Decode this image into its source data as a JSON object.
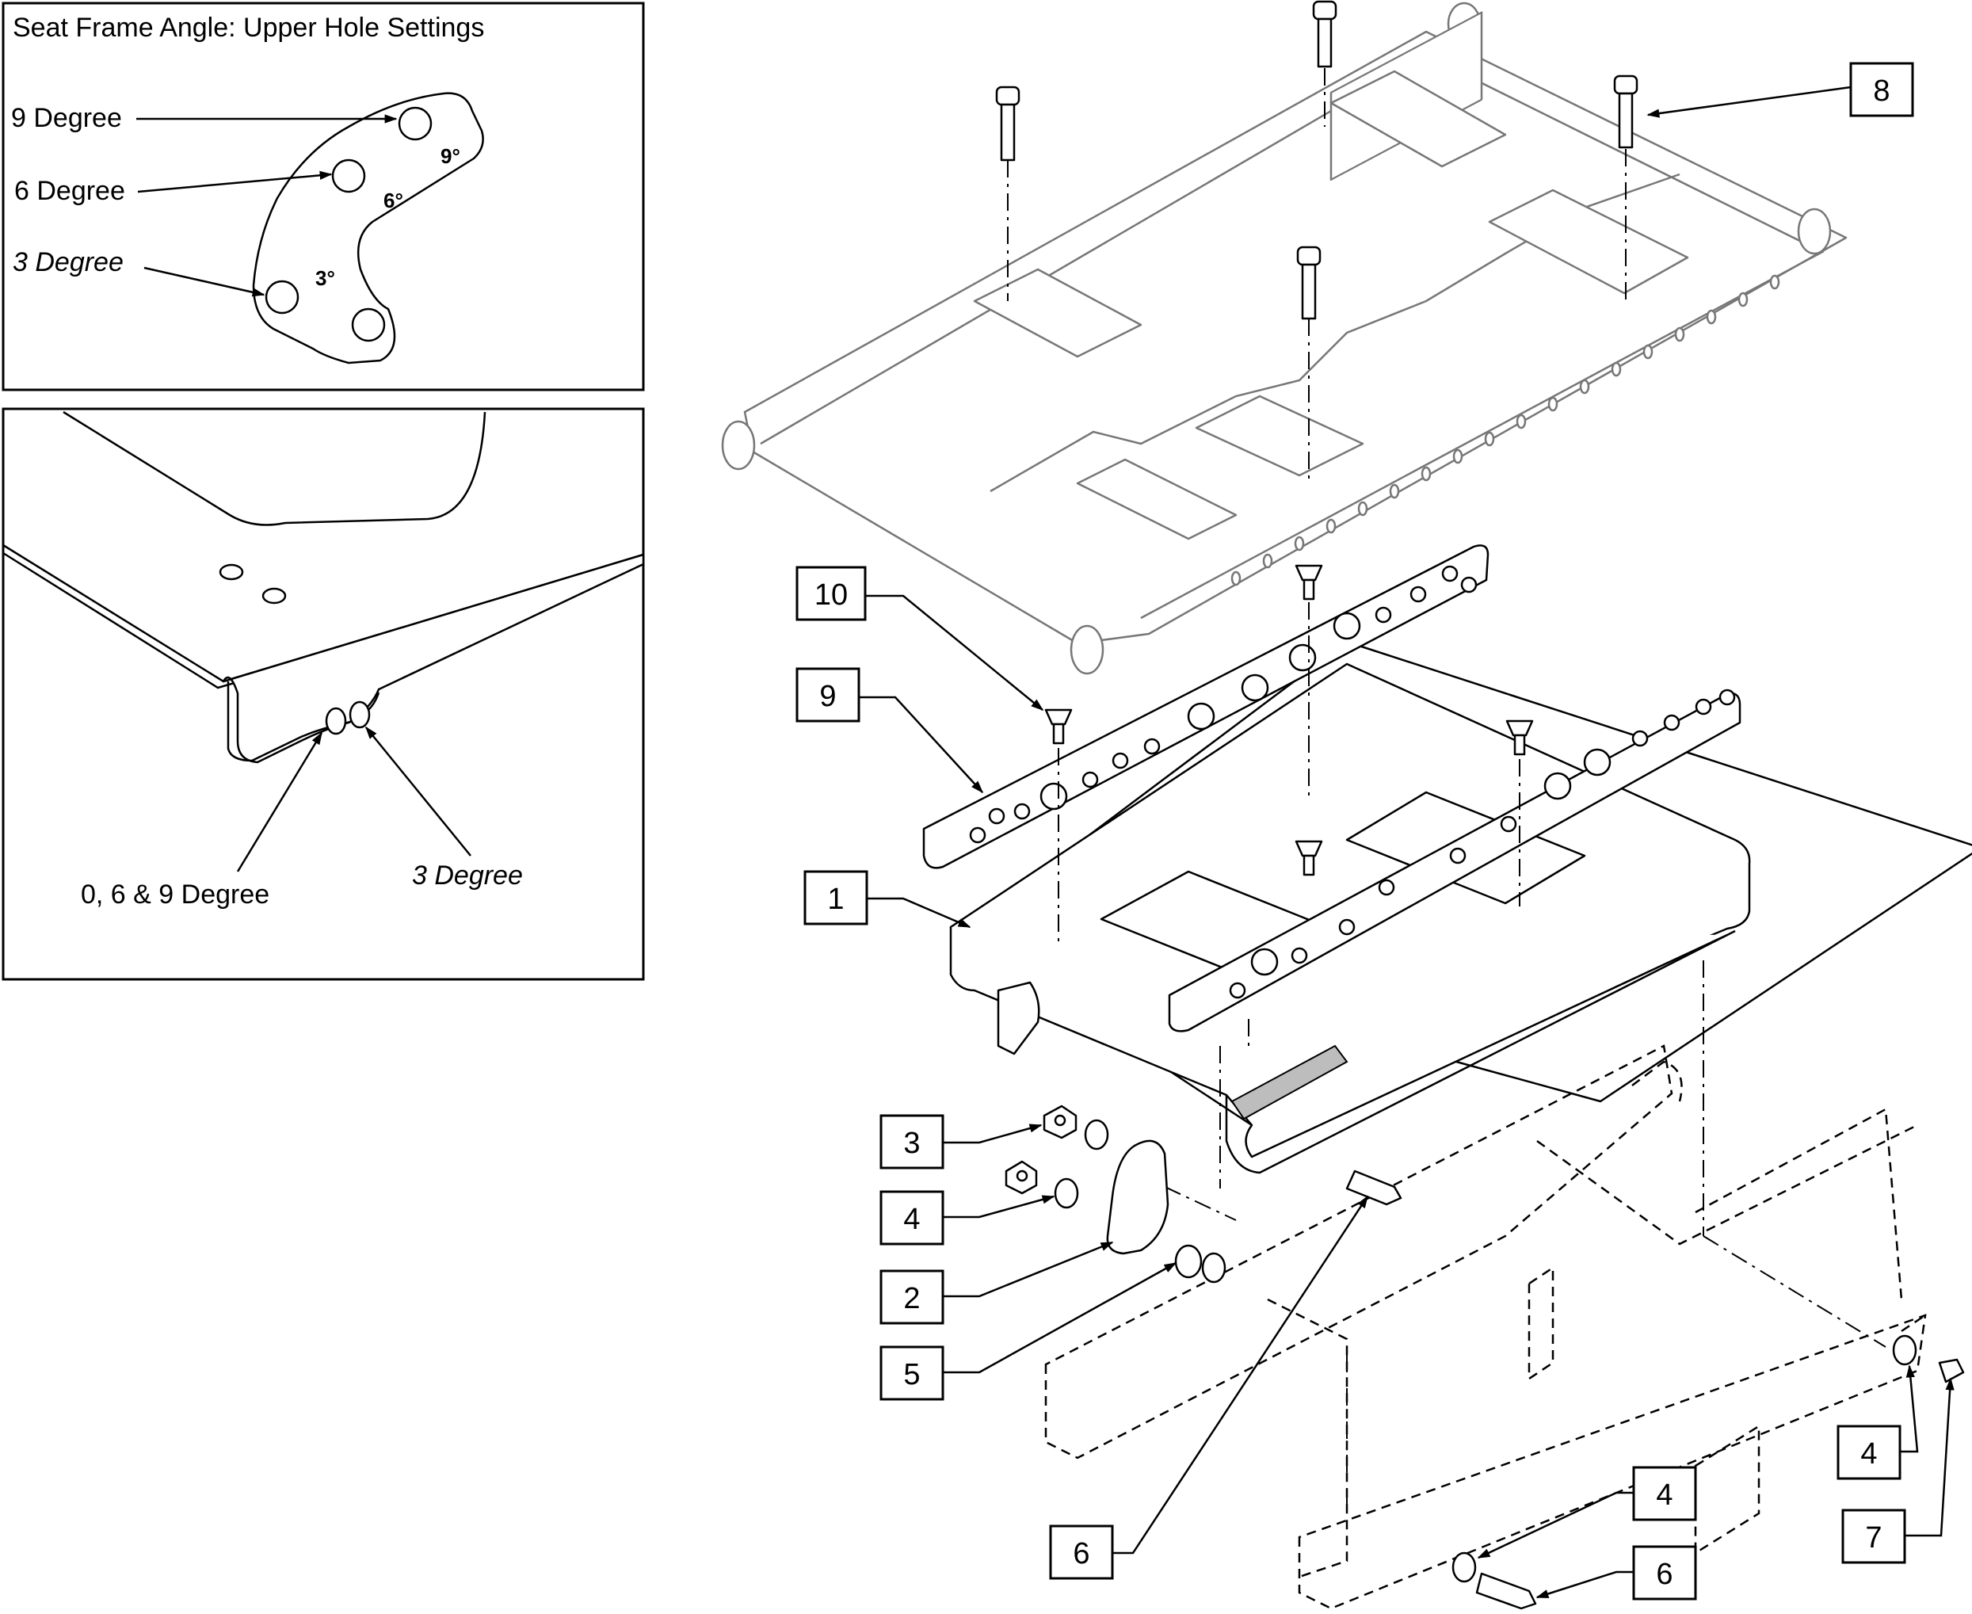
{
  "inset_top": {
    "title": "Seat Frame Angle: Upper Hole Settings",
    "labels": [
      "9 Degree",
      "6 Degree",
      "3 Degree"
    ],
    "bracket_marks": [
      "9°",
      "6°",
      "3°"
    ]
  },
  "inset_bottom": {
    "labels": [
      "0, 6 & 9 Degree",
      "3 Degree"
    ]
  },
  "callouts": [
    "8",
    "10",
    "9",
    "1",
    "3",
    "4",
    "2",
    "5",
    "6",
    "4",
    "7",
    "4",
    "6"
  ]
}
